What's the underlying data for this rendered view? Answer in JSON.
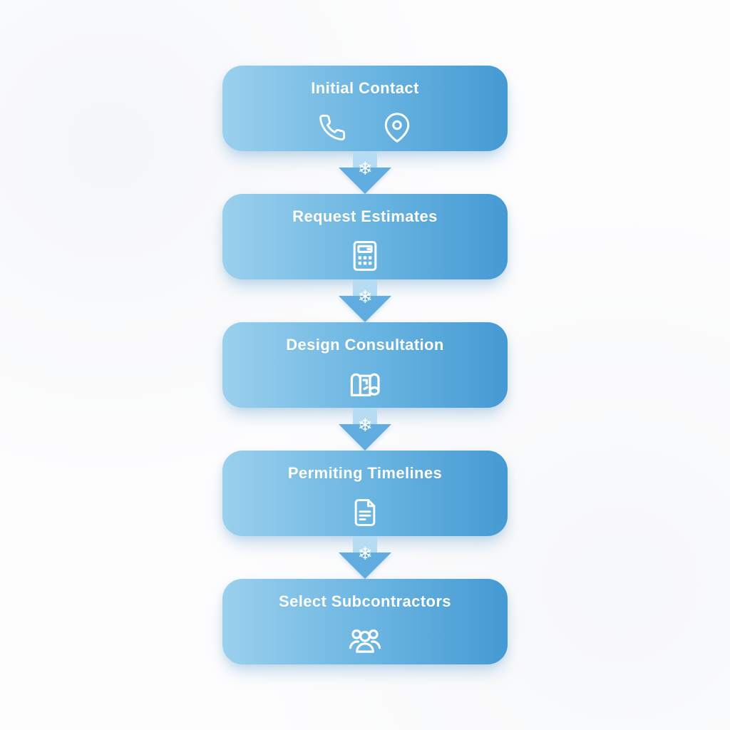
{
  "flow": {
    "steps": [
      {
        "label": "Initial Contact",
        "icons": [
          "phone-icon",
          "location-pin-icon"
        ]
      },
      {
        "label": "Request Estimates",
        "icons": [
          "calculator-icon"
        ]
      },
      {
        "label": "Design Consultation",
        "icons": [
          "blueprint-icon"
        ]
      },
      {
        "label": "Permiting Timelines",
        "icons": [
          "document-icon"
        ]
      },
      {
        "label": "Select Subcontractors",
        "icons": [
          "team-icon"
        ]
      }
    ],
    "connector": {
      "glyph": "❄"
    },
    "colors": {
      "box_gradient_start": "#9bd0ed",
      "box_gradient_end": "#459ad3",
      "arrow_stem": "#b5dcf2",
      "arrow_head": "#61ade0",
      "text": "#ffffff",
      "background": "#fdfdfe"
    }
  }
}
